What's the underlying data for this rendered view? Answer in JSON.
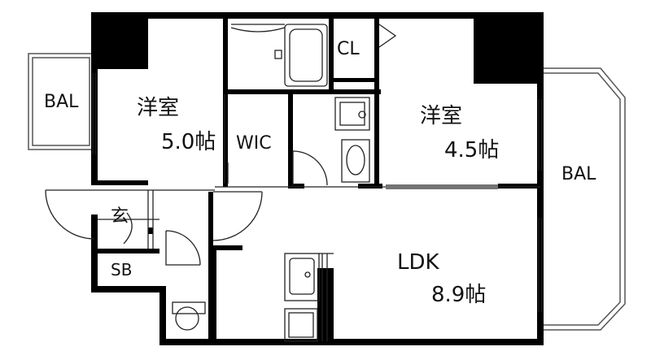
{
  "floorplan": {
    "balcony_left": {
      "label": "BAL"
    },
    "balcony_right": {
      "label": "BAL"
    },
    "western_room_left": {
      "label": "洋室",
      "size": "5.0帖"
    },
    "western_room_right": {
      "label": "洋室",
      "size": "4.5帖"
    },
    "walk_in_closet": {
      "label": "WIC"
    },
    "closet": {
      "label": "CL"
    },
    "entrance": {
      "label": "玄"
    },
    "shoe_box": {
      "label": "SB"
    },
    "ldk": {
      "label": "LDK",
      "size": "8.9帖"
    }
  },
  "colors": {
    "wall": "#000000",
    "line": "#222222",
    "background": "#ffffff"
  }
}
